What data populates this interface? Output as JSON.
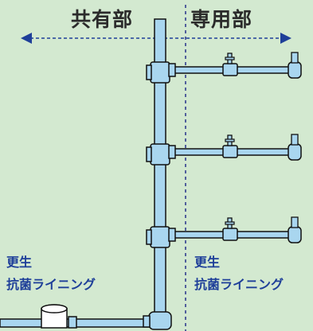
{
  "diagram": {
    "shared_area_label": "共有部",
    "private_area_label": "専用部",
    "shared_note": {
      "line1": "更生",
      "line2": "抗菌ライニング"
    },
    "private_note": {
      "line1": "更生",
      "line2": "抗菌ライニング"
    },
    "colors": {
      "background": "#d3e9d0",
      "pipe_fill": "#a9d6ef",
      "pipe_outline": "#111111",
      "boundary_line": "#333f8f",
      "arrow": "#1e3f99",
      "note_text": "#1e3f99",
      "heading_text": "#2b2b2b",
      "meter_box": "#ffffff"
    }
  }
}
